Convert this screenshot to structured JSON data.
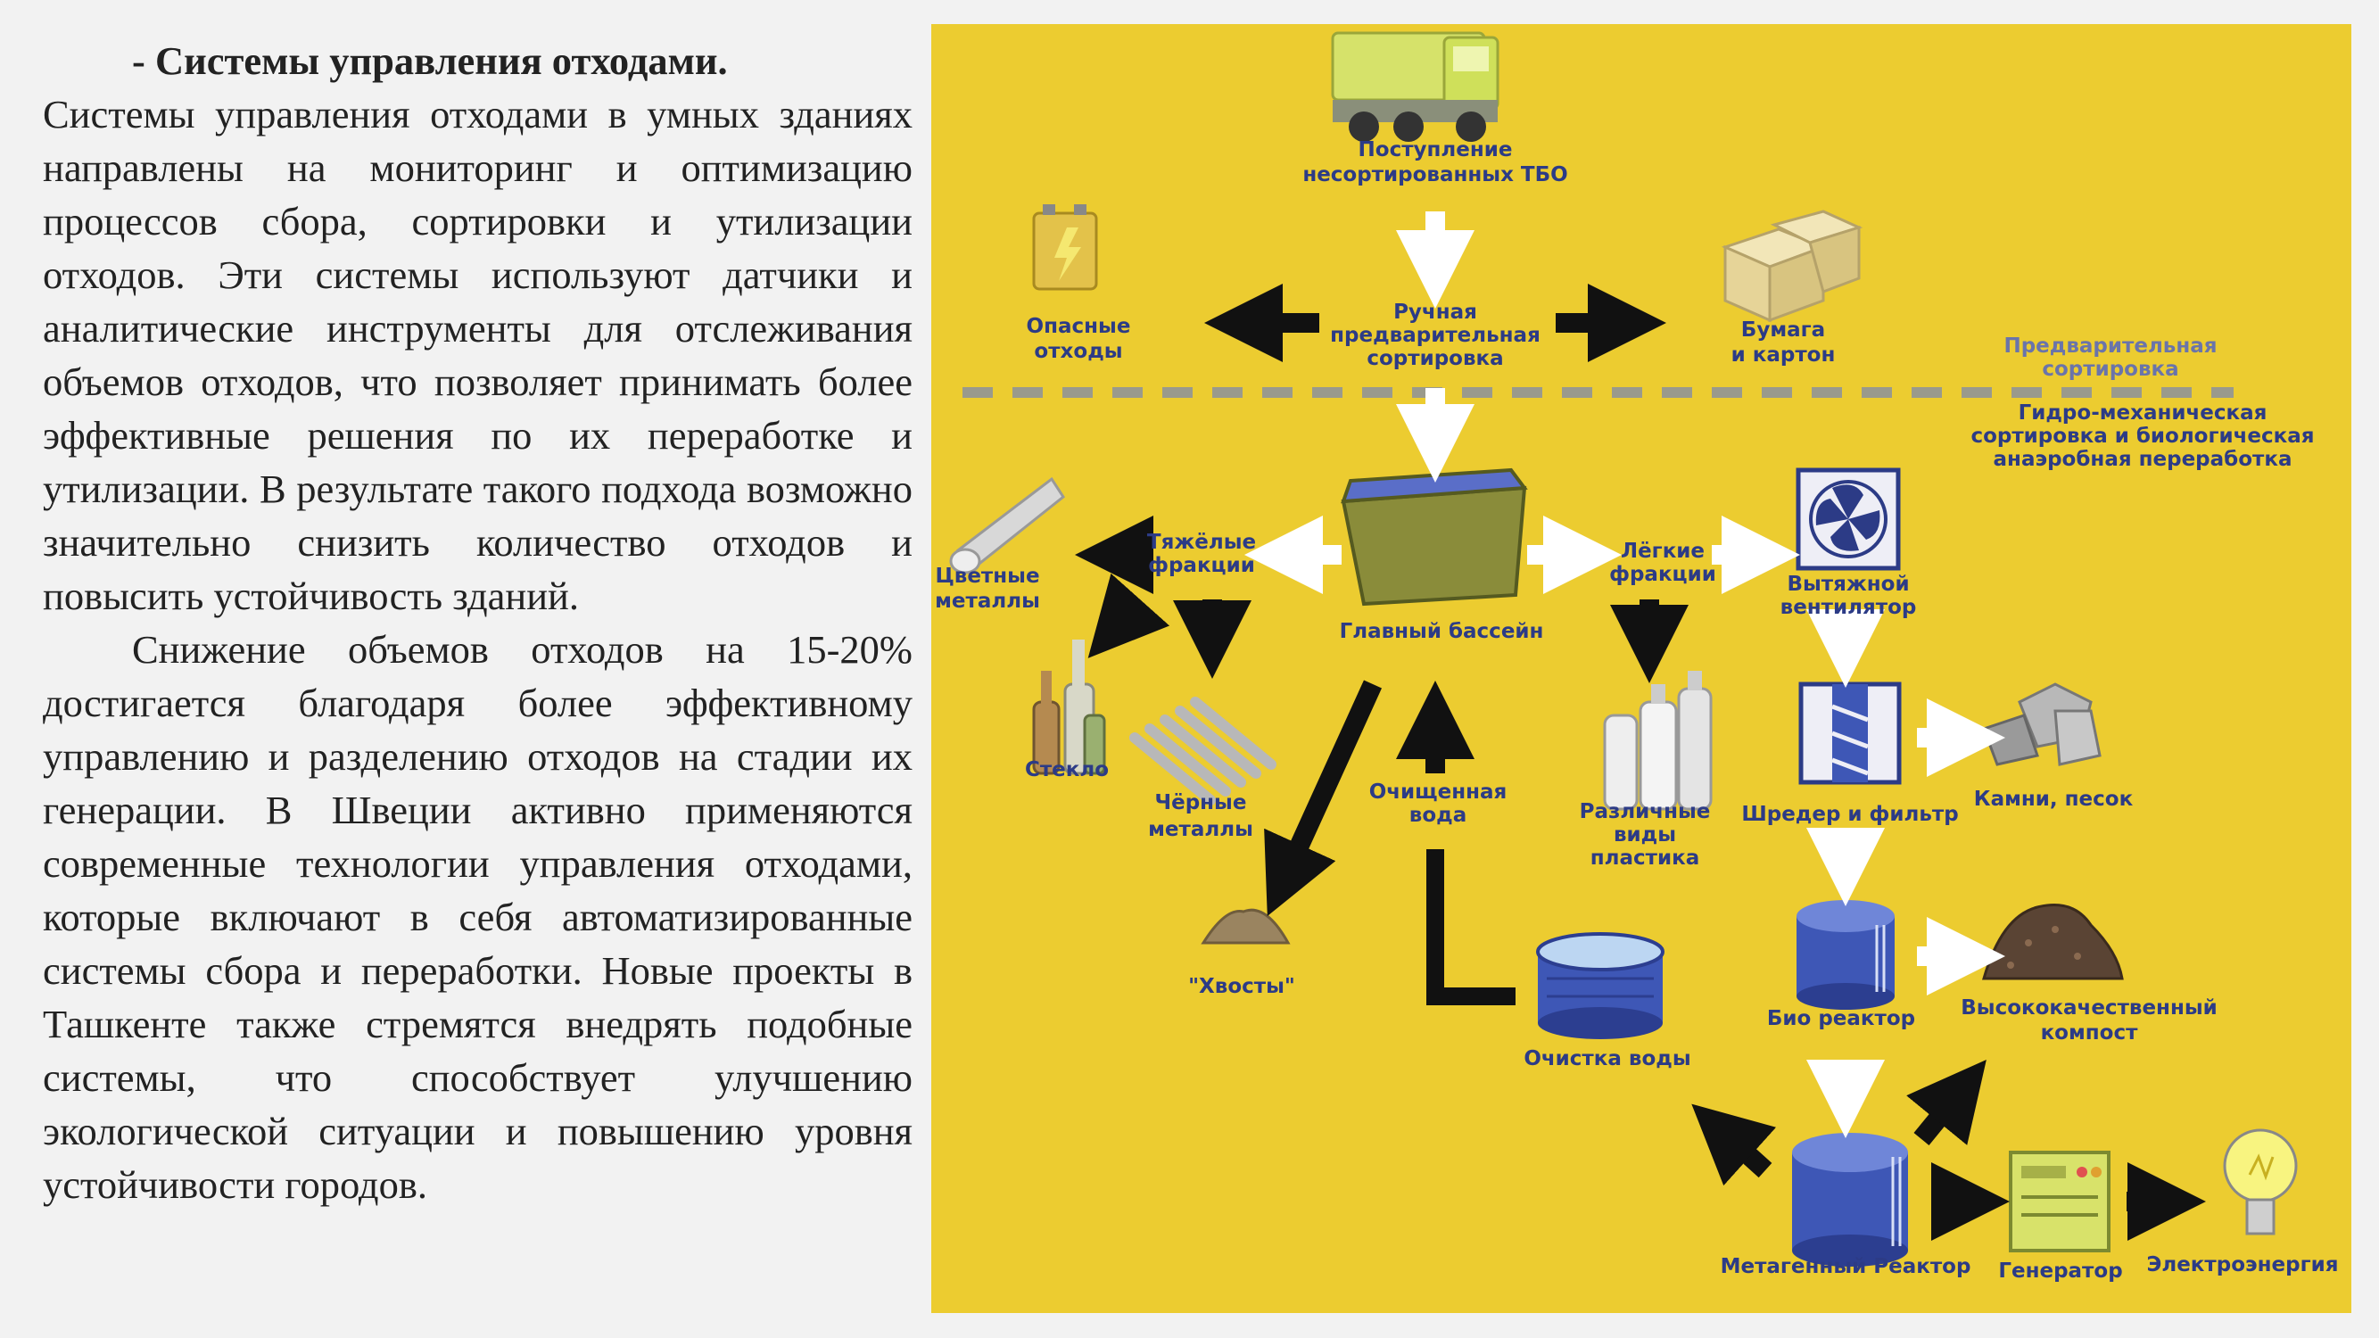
{
  "text": {
    "heading": "- Системы управления отходами.",
    "para1": "Системы управления отходами в умных зданиях направлены на мониторинг и оптимизацию процессов сбора, сортировки и утилизации отходов. Эти системы используют датчики и аналитические инструменты для отслеживания объемов отходов, что позволяет принимать более эффективные решения по их переработке и утилизации. В результате такого подхода возможно значительно снизить количество отходов и повысить устойчивость зданий.",
    "para2": "Снижение объемов отходов на 15-20% достигается благодаря более эффективному управлению и разделению отходов на стадии их генерации. В Швеции активно применяются современные технологии управления отходами, которые включают в себя автоматизированные системы сбора и переработки. Новые проекты в Ташкенте также стремятся внедрять подобные системы, что способствует улучшению экологической ситуации и повышению уровня устойчивости городов."
  },
  "diagram": {
    "labels": {
      "intake_1": "Поступление",
      "intake_2": "несортированных ТБО",
      "hazard_1": "Опасные",
      "hazard_2": "отходы",
      "manual_1": "Ручная",
      "manual_2": "предварительная",
      "manual_3": "сортировка",
      "paper_1": "Бумага",
      "paper_2": "и картон",
      "presort_1": "Предварительная",
      "presort_2": "сортировка",
      "hydro_1": "Гидро-механическая",
      "hydro_2": "сортировка и биологическая",
      "hydro_3": "анаэробная переработка",
      "nonferrous_1": "Цветные",
      "nonferrous_2": "металлы",
      "heavy_1": "Тяжёлые",
      "heavy_2": "фракции",
      "main_pool": "Главный бассейн",
      "light_1": "Лёгкие",
      "light_2": "фракции",
      "fan_1": "Вытяжной",
      "fan_2": "вентилятор",
      "glass": "Стекло",
      "ferrous_1": "Чёрные",
      "ferrous_2": "металлы",
      "clean_water_1": "Очищенная",
      "clean_water_2": "вода",
      "plastic_1": "Различные",
      "plastic_2": "виды",
      "plastic_3": "пластика",
      "shredder": "Шредер и фильтр",
      "stones": "Камни, песок",
      "tails": "\"Хвосты\"",
      "bioreactor": "Био реактор",
      "compost_1": "Высококачественный",
      "compost_2": "компост",
      "water_treatment": "Очистка воды",
      "methane": "Метагенный Реактор",
      "generator": "Генератор",
      "electricity": "Электроэнергия"
    },
    "colors": {
      "background": "#eccc30",
      "label": "#2c3b86",
      "arrow_black": "#111111",
      "arrow_white": "#ffffff",
      "divider": "#9a9a8c"
    },
    "icons": [
      "truck-icon",
      "battery-icon",
      "boxes-icon",
      "pipes-icon",
      "bins-icon",
      "bottles-icon",
      "rebar-icon",
      "fan-icon",
      "plastic-bottles-icon",
      "shredder-icon",
      "stones-icon",
      "sand-pile-icon",
      "water-tank-icon",
      "bioreactor-icon",
      "compost-icon",
      "methane-reactor-icon",
      "generator-icon",
      "lightbulb-icon"
    ]
  }
}
